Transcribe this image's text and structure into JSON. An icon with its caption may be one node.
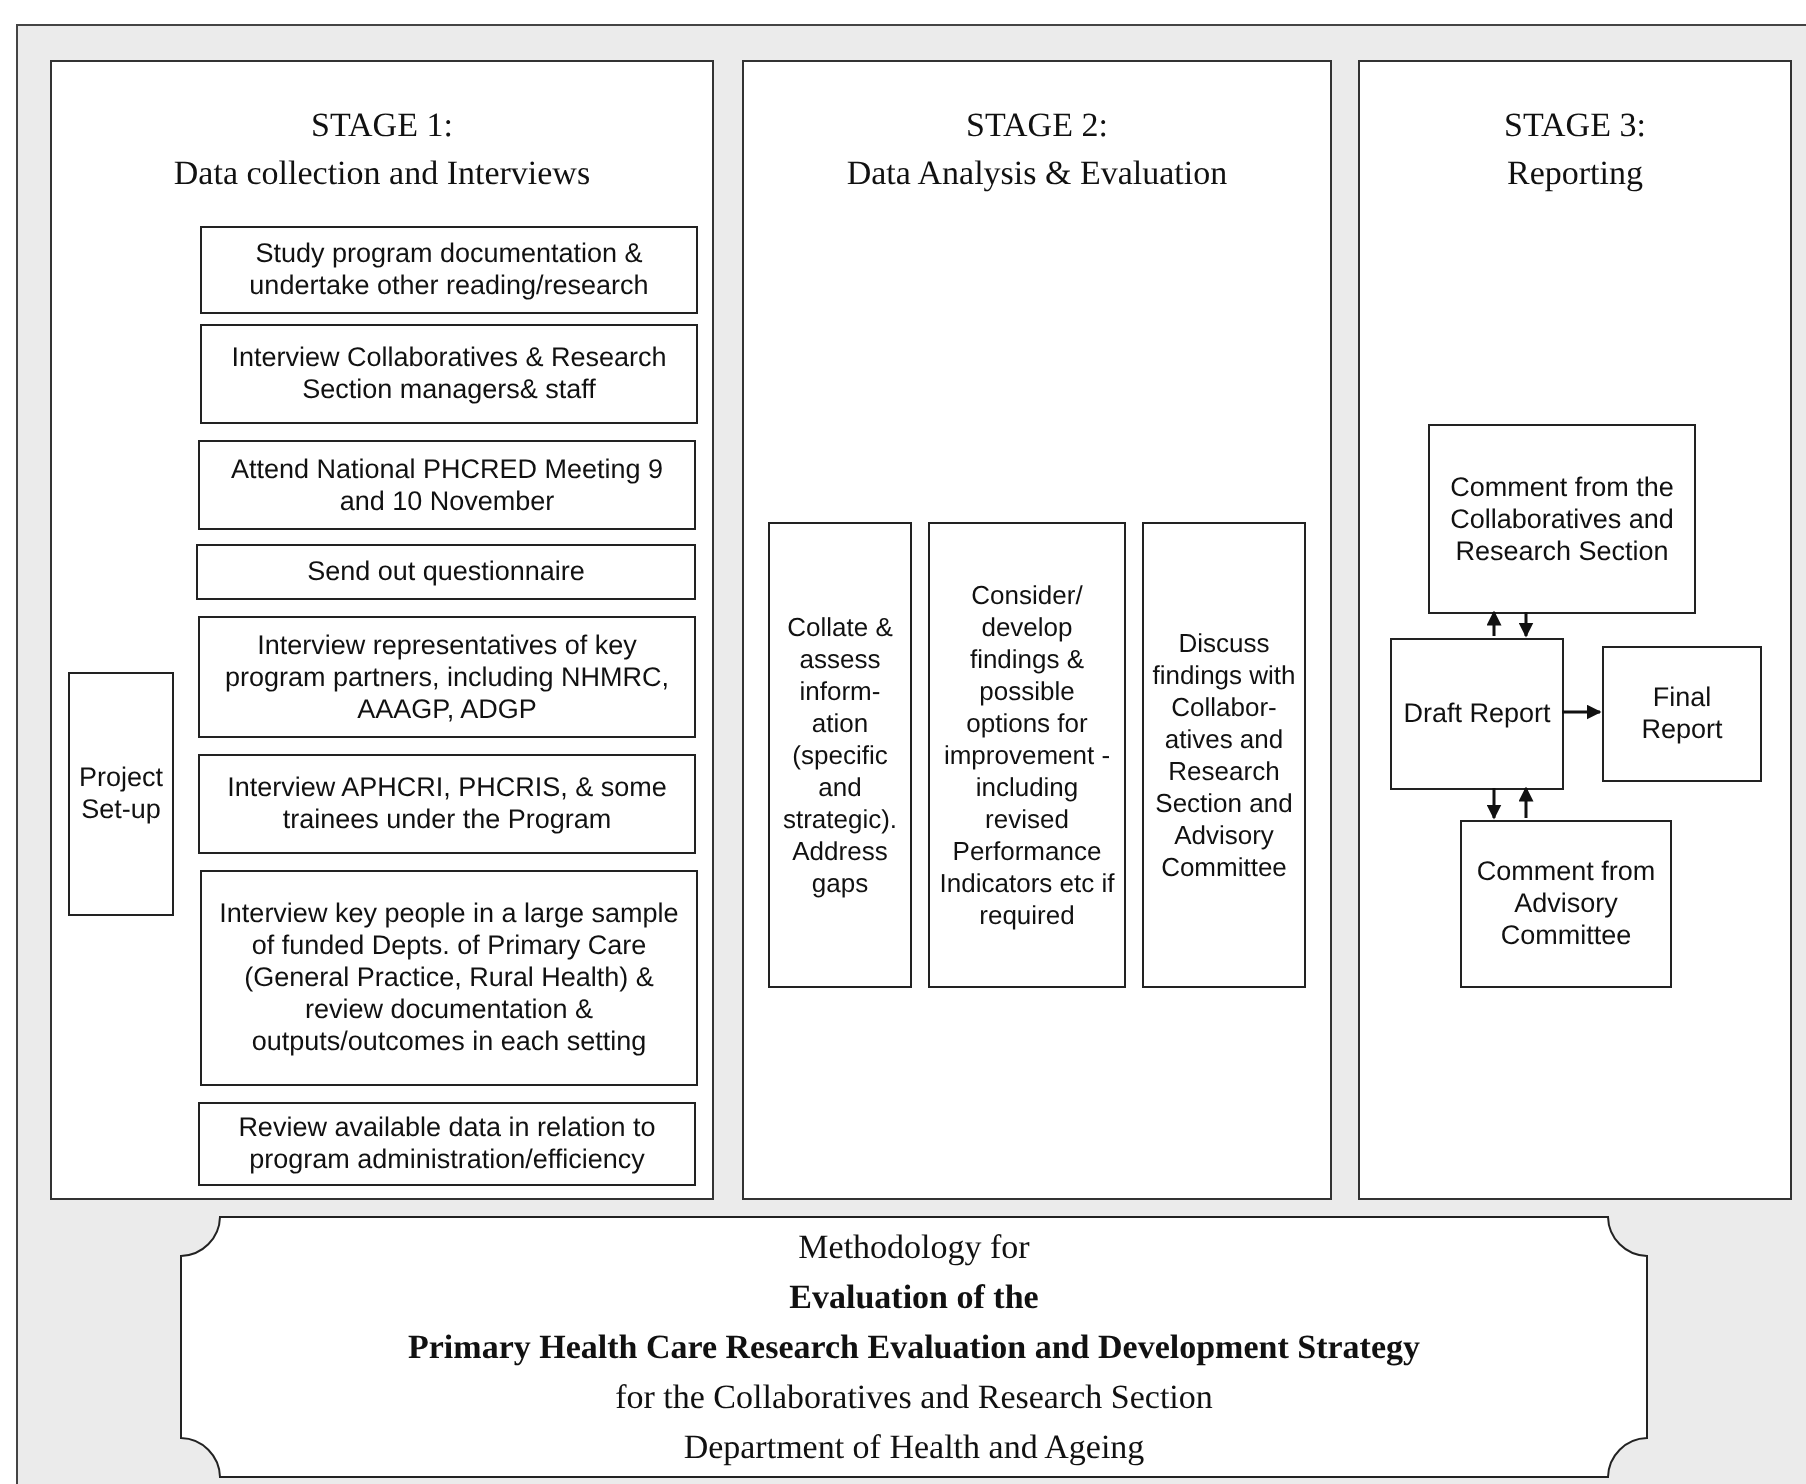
{
  "diagram": {
    "nodes": [
      {
        "text": [
          "STAGE 1:",
          "Data collection and Interviews"
        ]
      },
      {
        "text": [
          "Study program documentation & undertake other reading/research"
        ],
        "in": 0
      },
      {
        "text": [
          "Interview Collaboratives & Research Section managers& staff"
        ],
        "in": 0
      },
      {
        "text": [
          "Attend National PHCRED Meeting 9 and 10  November"
        ],
        "in": 0
      },
      {
        "text": [
          "Send out questionnaire"
        ],
        "in": 0
      },
      {
        "text": [
          "Interview representatives of key program partners, including NHMRC, AAAGP, ADGP"
        ],
        "in": 0
      },
      {
        "text": [
          "Interview APHCRI, PHCRIS, & some trainees under the Program"
        ],
        "in": 0
      },
      {
        "text": [
          "Interview key people in a large sample of funded Depts. of Primary Care (General Practice, Rural Health) & review documentation & outputs/outcomes in each setting"
        ],
        "in": 0
      },
      {
        "text": [
          "Review available data in relation to program administration/efficiency"
        ],
        "in": 0
      },
      {
        "text": [
          "Project Set-up"
        ],
        "in": 0
      },
      {
        "text": [
          "STAGE 2:",
          "Data Analysis & Evaluation"
        ]
      },
      {
        "text": [
          "Collate & assess inform- ation (specific and strategic). Address gaps"
        ],
        "in": 10
      },
      {
        "text": [
          "Consider/ develop findings & possible options for improvement - including revised Performance Indicators etc if required"
        ],
        "in": 10
      },
      {
        "text": [
          "Discuss findings with Collabor- atives and Research Section and Advisory Committee"
        ],
        "in": 10
      },
      {
        "text": [
          "STAGE 3:",
          "Reporting"
        ]
      },
      {
        "text": [
          "Comment from the Collaboratives and Research Section"
        ],
        "in": 14
      },
      {
        "text": [
          "Draft Report"
        ],
        "in": 14
      },
      {
        "text": [
          "Final Report"
        ],
        "in": 14
      },
      {
        "text": [
          "Comment from Advisory Committee"
        ],
        "in": 14
      },
      {
        "text": [
          "Methodology for",
          "**Evaluation of the**",
          "**Primary Health Care Research Evaluation and Development Strategy**",
          "for the Collaboratives and Research Section",
          "Department of Health and Ageing"
        ]
      }
    ],
    "edges": [
      {
        "from": 16,
        "to": 15,
        "arrow": "to"
      },
      {
        "from": 15,
        "to": 16,
        "arrow": "to"
      },
      {
        "from": 16,
        "to": 17,
        "arrow": "to"
      },
      {
        "from": 16,
        "to": 18,
        "arrow": "to"
      },
      {
        "from": 18,
        "to": 16,
        "arrow": "to"
      }
    ]
  }
}
